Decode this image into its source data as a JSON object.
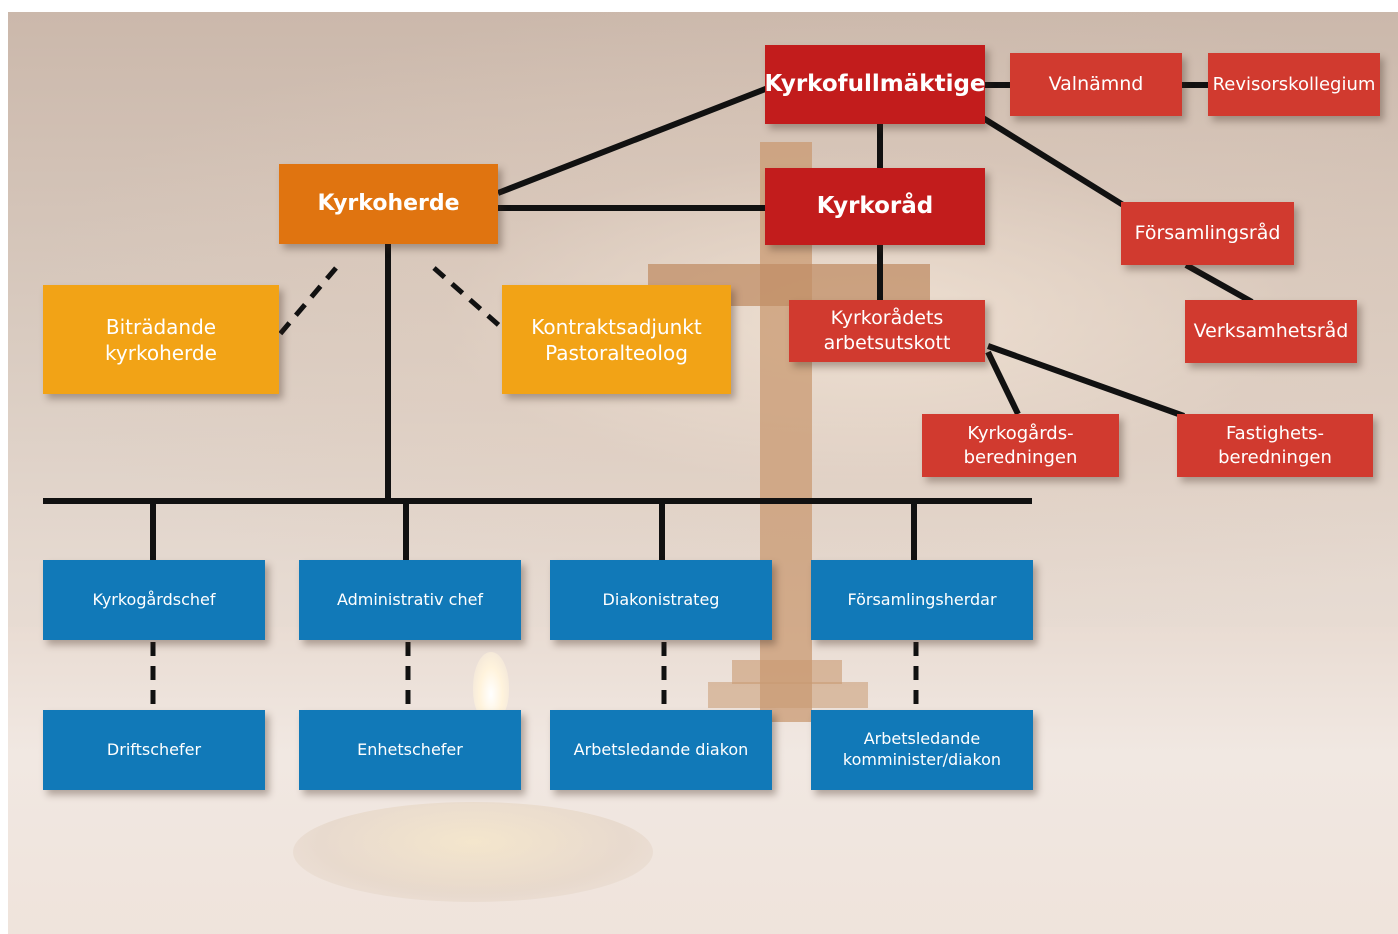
{
  "colors": {
    "leadership_red": "#c21c1c",
    "committee_red": "#d13a2f",
    "pastor_orange": "#e07410",
    "assistant_yellow": "#f2a316",
    "staff_blue": "#1179b8",
    "connector": "#111111"
  },
  "nodes": {
    "kyrkofullmaktige": "Kyrkofullmäktige",
    "valnamnd": "Valnämnd",
    "revisorskollegium": "Revisorskollegium",
    "kyrkoherde": "Kyrkoherde",
    "kyrkorad": "Kyrkoråd",
    "forsamlingsrad": "Församlingsråd",
    "bitradande": "Biträdande\nkyrkoherde",
    "kontraktsadjunkt": "Kontraktsadjunkt\nPastoralteolog",
    "arbetsutskott": "Kyrkorådets\narbetsutskott",
    "verksamhetsrad": "Verksamhetsråd",
    "kyrkogardsberedningen": "Kyrkogårds-\nberedningen",
    "fastighetsberedningen": "Fastighets-\nberedningen",
    "kyrkogardschef": "Kyrkogårdschef",
    "administrativ_chef": "Administrativ chef",
    "diakonistrateg": "Diakonistrateg",
    "forsamlingsherdar": "Församlingsherdar",
    "driftschefer": "Driftschefer",
    "enhetschefer": "Enhetschefer",
    "arbetsledande_diakon": "Arbetsledande diakon",
    "arbetsledande_komminister": "Arbetsledande\nkomminister/diakon"
  }
}
